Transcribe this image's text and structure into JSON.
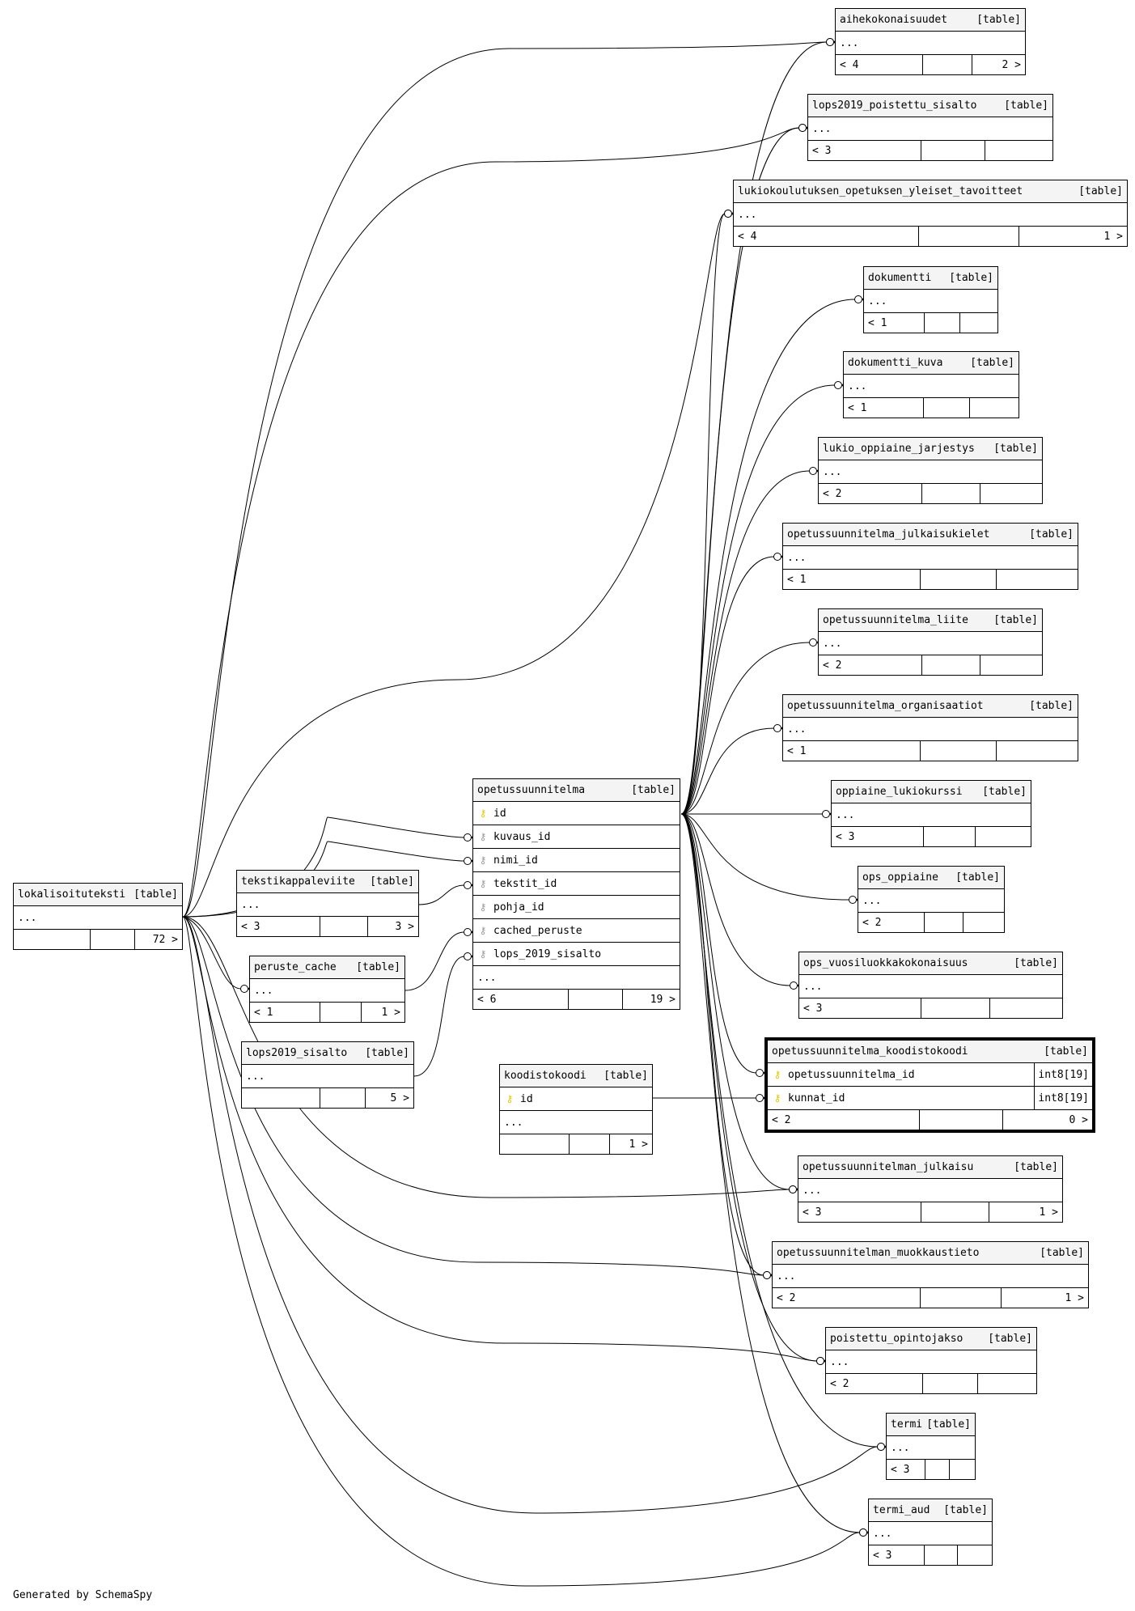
{
  "footer_text": "Generated by SchemaSpy",
  "tables": [
    {
      "id": "t_aihe",
      "name": "aihekokonaisuudet",
      "type": "[table]",
      "rows": [
        "..."
      ],
      "foot": [
        "< 4",
        "",
        "2 >"
      ]
    },
    {
      "id": "t_lops2019p",
      "name": "lops2019_poistettu_sisalto",
      "type": "[table]",
      "rows": [
        "..."
      ],
      "foot": [
        "< 3",
        "",
        ""
      ]
    },
    {
      "id": "t_lukiokoul",
      "name": "lukiokoulutuksen_opetuksen_yleiset_tavoitteet",
      "type": "[table]",
      "rows": [
        "..."
      ],
      "foot": [
        "< 4",
        "",
        "1 >"
      ]
    },
    {
      "id": "t_dokumentti",
      "name": "dokumentti",
      "type": "[table]",
      "rows": [
        "..."
      ],
      "foot": [
        "< 1",
        "",
        ""
      ]
    },
    {
      "id": "t_dokkuva",
      "name": "dokumentti_kuva",
      "type": "[table]",
      "rows": [
        "..."
      ],
      "foot": [
        "< 1",
        "",
        ""
      ]
    },
    {
      "id": "t_lukiooppi",
      "name": "lukio_oppiaine_jarjestys",
      "type": "[table]",
      "rows": [
        "..."
      ],
      "foot": [
        "< 2",
        "",
        ""
      ]
    },
    {
      "id": "t_julkkiel",
      "name": "opetussuunnitelma_julkaisukielet",
      "type": "[table]",
      "rows": [
        "..."
      ],
      "foot": [
        "< 1",
        "",
        ""
      ]
    },
    {
      "id": "t_liite",
      "name": "opetussuunnitelma_liite",
      "type": "[table]",
      "rows": [
        "..."
      ],
      "foot": [
        "< 2",
        "",
        ""
      ]
    },
    {
      "id": "t_org",
      "name": "opetussuunnitelma_organisaatiot",
      "type": "[table]",
      "rows": [
        "..."
      ],
      "foot": [
        "< 1",
        "",
        ""
      ]
    },
    {
      "id": "t_lukiokurssi",
      "name": "oppiaine_lukiokurssi",
      "type": "[table]",
      "rows": [
        "..."
      ],
      "foot": [
        "< 3",
        "",
        ""
      ]
    },
    {
      "id": "t_opsoppi",
      "name": "ops_oppiaine",
      "type": "[table]",
      "rows": [
        "..."
      ],
      "foot": [
        "< 2",
        "",
        ""
      ]
    },
    {
      "id": "t_vuosi",
      "name": "ops_vuosiluokkakokonaisuus",
      "type": "[table]",
      "rows": [
        "..."
      ],
      "foot": [
        "< 3",
        "",
        ""
      ]
    },
    {
      "id": "t_koodisto",
      "name": "opetussuunnitelma_koodistokoodi",
      "type": "[table]",
      "focus": true,
      "columns": [
        {
          "name": "opetussuunnitelma_id",
          "key": "pk",
          "type": "int8[19]"
        },
        {
          "name": "kunnat_id",
          "key": "pk",
          "type": "int8[19]"
        }
      ],
      "foot": [
        "< 2",
        "",
        "0 >"
      ]
    },
    {
      "id": "t_julkaisu",
      "name": "opetussuunnitelman_julkaisu",
      "type": "[table]",
      "rows": [
        "..."
      ],
      "foot": [
        "< 3",
        "",
        "1 >"
      ]
    },
    {
      "id": "t_muokkaus",
      "name": "opetussuunnitelman_muokkaustieto",
      "type": "[table]",
      "rows": [
        "..."
      ],
      "foot": [
        "< 2",
        "",
        "1 >"
      ]
    },
    {
      "id": "t_poistettu",
      "name": "poistettu_opintojakso",
      "type": "[table]",
      "rows": [
        "..."
      ],
      "foot": [
        "< 2",
        "",
        ""
      ]
    },
    {
      "id": "t_termi",
      "name": "termi",
      "type": "[table]",
      "rows": [
        "..."
      ],
      "foot": [
        "< 3",
        "",
        ""
      ]
    },
    {
      "id": "t_termiaud",
      "name": "termi_aud",
      "type": "[table]",
      "rows": [
        "..."
      ],
      "foot": [
        "< 3",
        "",
        ""
      ]
    },
    {
      "id": "t_ops",
      "name": "opetussuunnitelma",
      "type": "[table]",
      "columns": [
        {
          "name": "id",
          "key": "pk"
        },
        {
          "name": "kuvaus_id",
          "key": "fk"
        },
        {
          "name": "nimi_id",
          "key": "fk"
        },
        {
          "name": "tekstit_id",
          "key": "fk"
        },
        {
          "name": "pohja_id",
          "key": "fk"
        },
        {
          "name": "cached_peruste",
          "key": "fk"
        },
        {
          "name": "lops_2019_sisalto",
          "key": "fk"
        }
      ],
      "rows": [
        "..."
      ],
      "foot": [
        "< 6",
        "",
        "19 >"
      ]
    },
    {
      "id": "t_lokal",
      "name": "lokalisoituteksti",
      "type": "[table]",
      "rows": [
        "..."
      ],
      "foot": [
        "",
        "",
        "72 >"
      ]
    },
    {
      "id": "t_teksti",
      "name": "tekstikappaleviite",
      "type": "[table]",
      "rows": [
        "..."
      ],
      "foot": [
        "< 3",
        "",
        "3 >"
      ]
    },
    {
      "id": "t_peruste",
      "name": "peruste_cache",
      "type": "[table]",
      "rows": [
        "..."
      ],
      "foot": [
        "< 1",
        "",
        "1 >"
      ]
    },
    {
      "id": "t_lops2019",
      "name": "lops2019_sisalto",
      "type": "[table]",
      "rows": [
        "..."
      ],
      "foot": [
        "",
        "",
        "5 >"
      ]
    },
    {
      "id": "t_koodi",
      "name": "koodistokoodi",
      "type": "[table]",
      "columns": [
        {
          "name": "id",
          "key": "pk"
        }
      ],
      "rows": [
        "..."
      ],
      "foot": [
        "",
        "",
        "1 >"
      ]
    }
  ],
  "key_icon": "key-icon"
}
